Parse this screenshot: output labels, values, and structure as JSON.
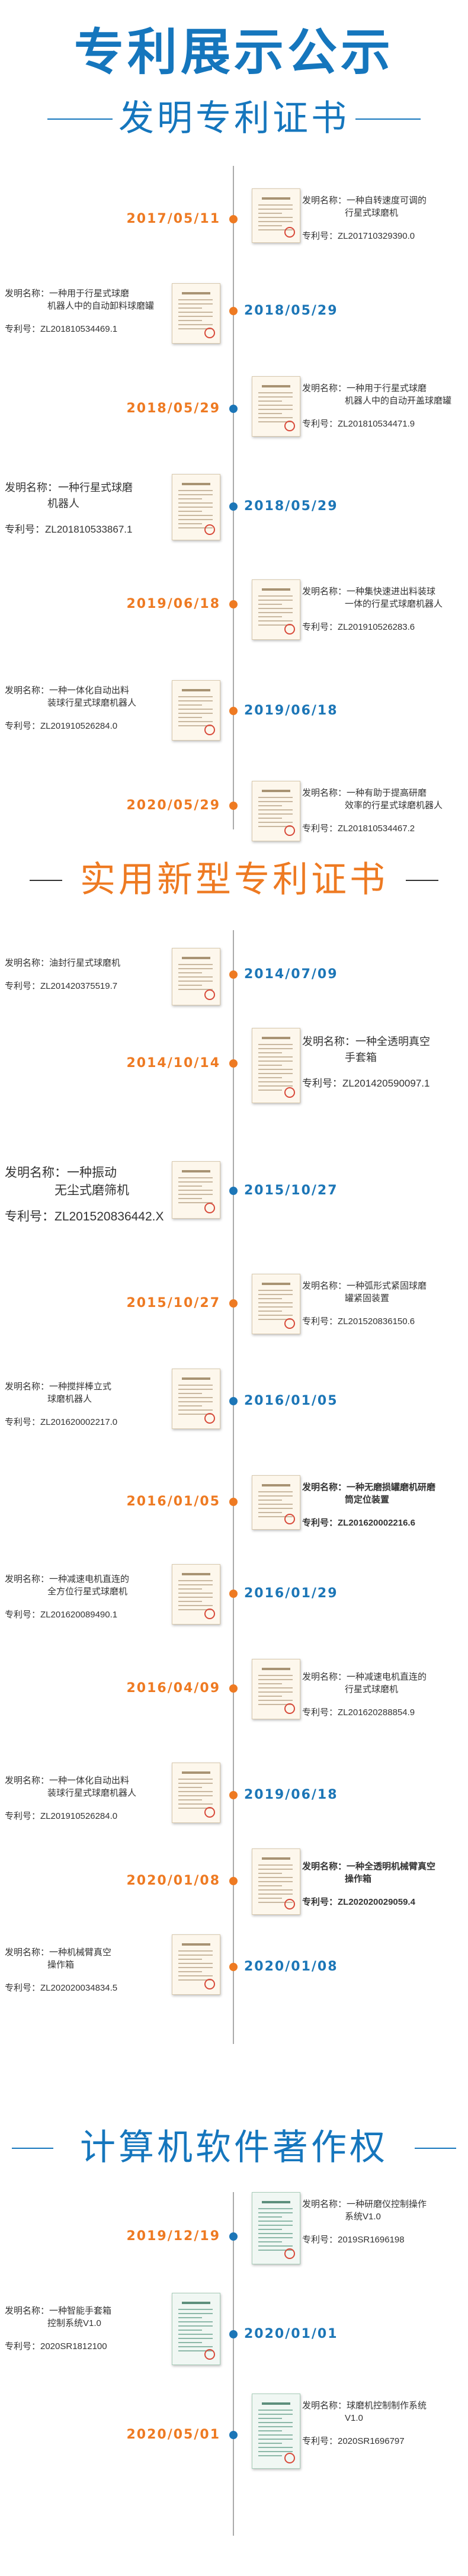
{
  "main_title": "专利展示公示",
  "sections": [
    {
      "title": "发明专利证书"
    },
    {
      "title": "实用新型专利证书"
    },
    {
      "title": "计算机软件著作权"
    }
  ],
  "colors": {
    "blue": "#1576bd",
    "orange": "#ee7a22",
    "timeline": "#aaaaaa"
  },
  "invention": [
    {
      "date": "2017/05/11",
      "name_l1": "发明名称：一种自转速度可调的",
      "name_l2": "行星式球磨机",
      "num": "专利号：ZL201710329390.0"
    },
    {
      "date": "2018/05/29",
      "name_l1": "发明名称：一种用于行星式球磨",
      "name_l2": "机器人中的自动卸料球磨罐",
      "num": "专利号：ZL201810534469.1"
    },
    {
      "date": "2018/05/29",
      "name_l1": "发明名称：一种用于行星式球磨",
      "name_l2": "机器人中的自动开盖球磨罐",
      "num": "专利号：ZL201810534471.9"
    },
    {
      "date": "2018/05/29",
      "name_l1": "发明名称：一种行星式球磨",
      "name_l2": "机器人",
      "num": "专利号：ZL201810533867.1"
    },
    {
      "date": "2019/06/18",
      "name_l1": "发明名称：一种集快速进出料装球",
      "name_l2": "一体的行星式球磨机器人",
      "num": "专利号：ZL201910526283.6"
    },
    {
      "date": "2019/06/18",
      "name_l1": "发明名称：一种一体化自动出料",
      "name_l2": "装球行星式球磨机器人",
      "num": "专利号：ZL201910526284.0"
    },
    {
      "date": "2020/05/29",
      "name_l1": "发明名称：一种有助于提高研磨",
      "name_l2": "效率的行星式球磨机器人",
      "num": "专利号：ZL201810534467.2"
    }
  ],
  "utility": [
    {
      "date": "2014/07/09",
      "name_l1": "发明名称：油封行星式球磨机",
      "name_l2": "",
      "num": "专利号：ZL201420375519.7"
    },
    {
      "date": "2014/10/14",
      "name_l1": "发明名称：一种全透明真空",
      "name_l2": "手套箱",
      "num": "专利号：ZL201420590097.1"
    },
    {
      "date": "2015/10/27",
      "name_l1": "发明名称：一种振动",
      "name_l2": "无尘式磨筛机",
      "num": "专利号：ZL201520836442.X"
    },
    {
      "date": "2015/10/27",
      "name_l1": "发明名称：一种弧形式紧固球磨",
      "name_l2": "罐紧固装置",
      "num": "专利号：ZL201520836150.6"
    },
    {
      "date": "2016/01/05",
      "name_l1": "发明名称：一种搅拌棒立式",
      "name_l2": "球磨机器人",
      "num": "专利号：ZL201620002217.0"
    },
    {
      "date": "2016/01/05",
      "name_l1": "发明名称：一种无磨损罐磨机研磨",
      "name_l2": "筒定位装置",
      "num": "专利号：ZL201620002216.6"
    },
    {
      "date": "2016/01/29",
      "name_l1": "发明名称：一种减速电机直连的",
      "name_l2": "全方位行星式球磨机",
      "num": "专利号：ZL201620089490.1"
    },
    {
      "date": "2016/04/09",
      "name_l1": "发明名称：一种减速电机直连的",
      "name_l2": "行星式球磨机",
      "num": "专利号：ZL201620288854.9"
    },
    {
      "date": "2019/06/18",
      "name_l1": "发明名称：一种一体化自动出料",
      "name_l2": "装球行星式球磨机器人",
      "num": "专利号：ZL201910526284.0"
    },
    {
      "date": "2020/01/08",
      "name_l1": "发明名称：一种全透明机械臂真空",
      "name_l2": "操作箱",
      "num": "专利号：ZL202020029059.4"
    },
    {
      "date": "2020/01/08",
      "name_l1": "发明名称：一种机械臂真空",
      "name_l2": "操作箱",
      "num": "专利号：ZL202020034834.5"
    }
  ],
  "software": [
    {
      "date": "2019/12/19",
      "name_l1": "发明名称：一种研磨仪控制操作",
      "name_l2": "系统V1.0",
      "num": "专利号：2019SR1696198"
    },
    {
      "date": "2020/01/01",
      "name_l1": "发明名称：一种智能手套箱",
      "name_l2": "控制系统V1.0",
      "num": "专利号：2020SR1812100"
    },
    {
      "date": "2020/05/01",
      "name_l1": "发明名称：球磨机控制制作系统",
      "name_l2": "V1.0",
      "num": "专利号：2020SR1696797"
    }
  ]
}
